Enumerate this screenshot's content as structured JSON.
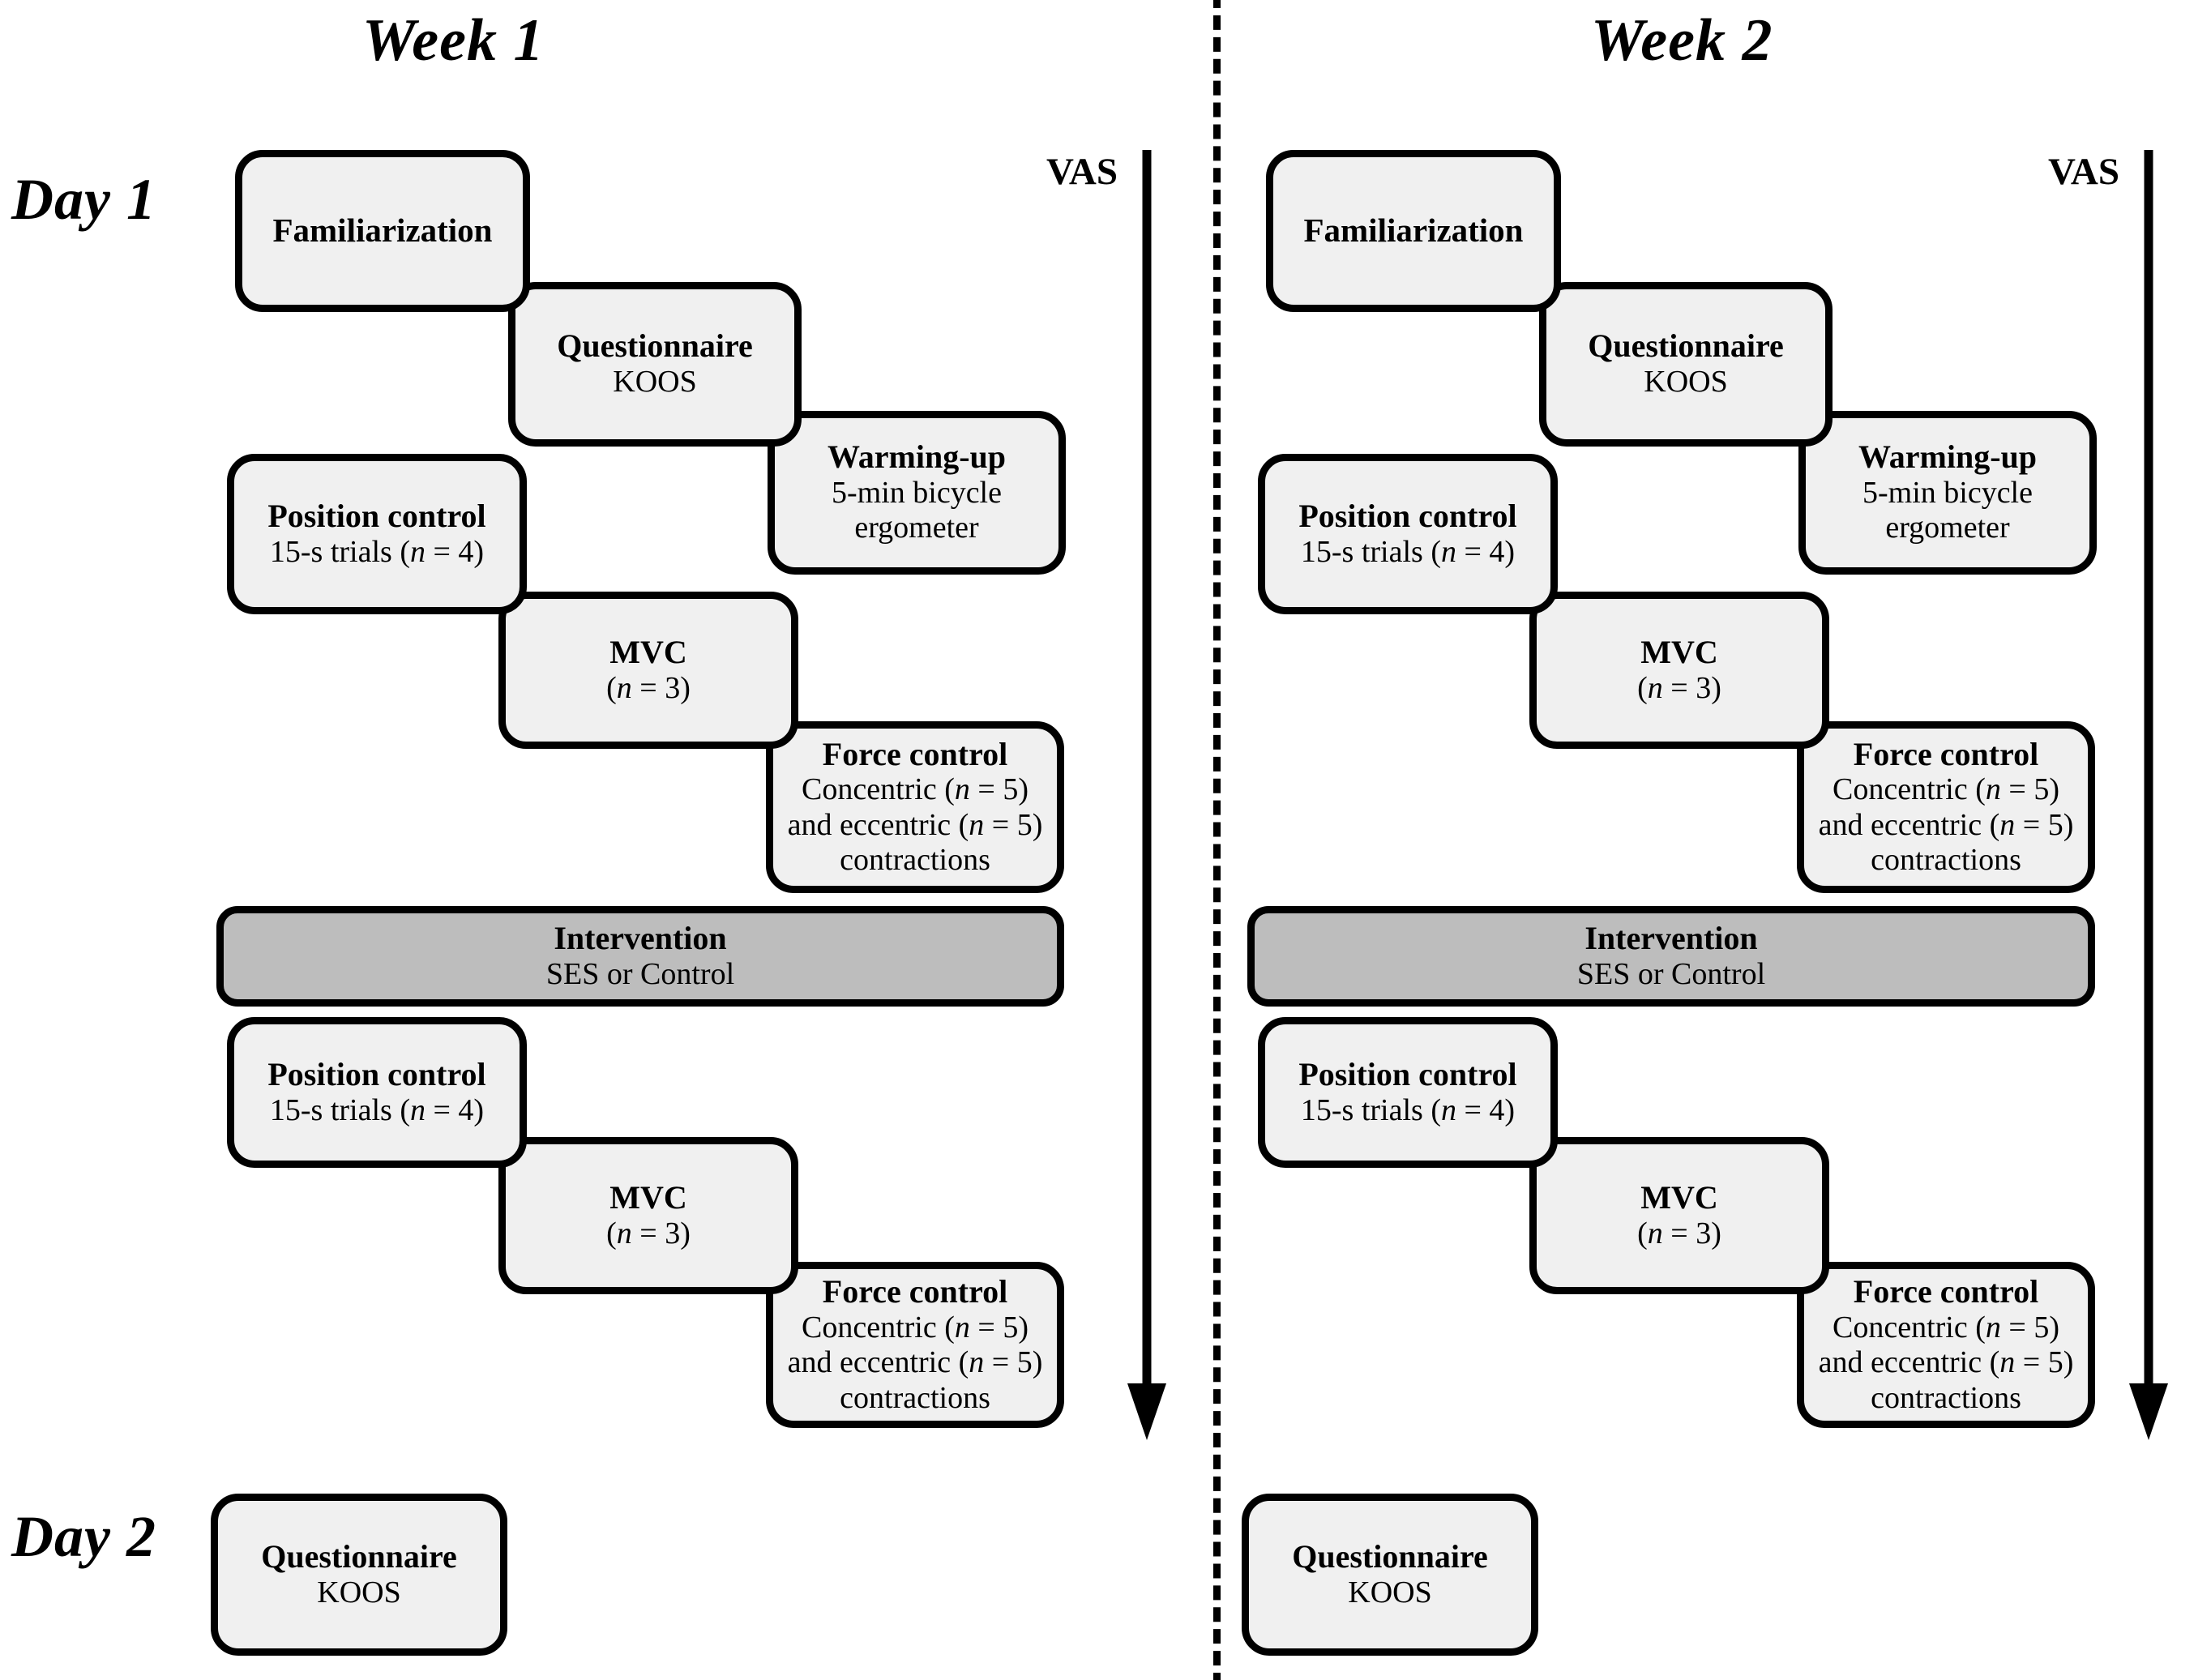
{
  "figure": {
    "type": "experimental-protocol-timeline",
    "columns": [
      {
        "id": "week1",
        "title": "Week 1"
      },
      {
        "id": "week2",
        "title": "Week 2"
      }
    ],
    "day_labels": {
      "day1": "Day 1",
      "day2": "Day 2"
    },
    "vas_label": "VAS",
    "colors": {
      "box_fill": "#f0f0f0",
      "box_border": "#000000",
      "intervention_fill": "#bdbdbd",
      "page_background": "#ffffff",
      "divider": "#000000"
    },
    "steps": {
      "familiarization": {
        "line1": "Familiarization"
      },
      "questionnaire": {
        "line1": "Questionnaire",
        "line2": "KOOS"
      },
      "warming_up": {
        "line1": "Warming-up",
        "line2": "5-min bicycle",
        "line3": "ergometer"
      },
      "position_control": {
        "line1": "Position control",
        "line2_pre": "15-s trials (",
        "line2_italic": "n",
        "line2_post": " = 4)"
      },
      "mvc": {
        "line1": "MVC",
        "line2_pre": "(",
        "line2_italic": "n",
        "line2_post": " = 3)"
      },
      "force_control": {
        "line1": "Force control",
        "line2_pre": "Concentric (",
        "line2_italic": "n",
        "line2_post": " = 5)",
        "line3_pre": "and eccentric (",
        "line3_italic": "n",
        "line3_post": " = 5)",
        "line4": "contractions"
      },
      "intervention": {
        "line1": "Intervention",
        "line2": "SES or Control"
      },
      "questionnaire_day2": {
        "line1": "Questionnaire",
        "line2": "KOOS"
      }
    },
    "sequence_day1": [
      "familiarization",
      "questionnaire",
      "warming_up",
      "position_control",
      "mvc",
      "force_control",
      "intervention",
      "position_control",
      "mvc",
      "force_control"
    ],
    "sequence_day2": [
      "questionnaire_day2"
    ]
  }
}
